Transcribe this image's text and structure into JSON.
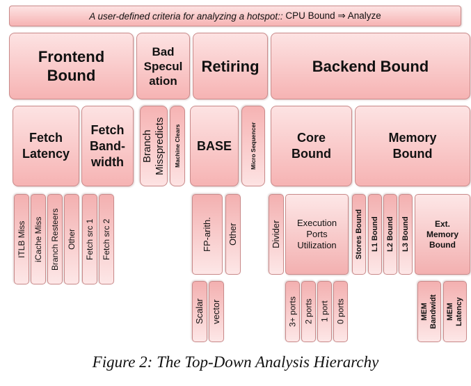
{
  "title_bar": {
    "prefix": "A user-defined criteria for analyzing a hotspot::",
    "suffix": "CPU Bound ⇒ Analyze"
  },
  "level1": {
    "frontend": "Frontend\nBound",
    "bad_spec": "Bad\nSpecul\nation",
    "retiring": "Retiring",
    "backend": "Backend Bound"
  },
  "level2": {
    "fetch_latency": "Fetch\nLatency",
    "fetch_bandwidth": "Fetch\nBand-\nwidth",
    "branch_mispredicts": "Branch\nMisspredicts",
    "machine_clears": "Machine Clears",
    "base": "BASE",
    "micro_sequencer": "Micro Sequencer",
    "core_bound": "Core\nBound",
    "memory_bound": "Memory\nBound"
  },
  "level3": {
    "itlb_miss": "ITLB Miss",
    "icache_miss": "iCache Miss",
    "branch_resteers": "Branch Resteers",
    "frontend_other": "Other",
    "fetch_src1": "Fetch src 1",
    "fetch_src2": "Fetch src 2",
    "fp_arith": "FP-arith.",
    "base_other": "Other",
    "divider": "Divider",
    "execution_ports": "Execution\nPorts\nUtilization",
    "stores_bound": "Stores Bound",
    "l1_bound": "L1 Bound",
    "l2_bound": "L2 Bound",
    "l3_bound": "L3 Bound",
    "ext_memory": "Ext.\nMemory\nBound"
  },
  "level4": {
    "scalar": "Scalar",
    "vector": "vector",
    "ports_3plus": "3+ ports",
    "ports_2": "2 ports",
    "ports_1": "1 port",
    "ports_0": "0 ports",
    "mem_bandwidth": "MEM\nBandwidt",
    "mem_latency": "MEM\nLatency"
  },
  "caption": "Figure 2: The Top-Down Analysis Hierarchy"
}
